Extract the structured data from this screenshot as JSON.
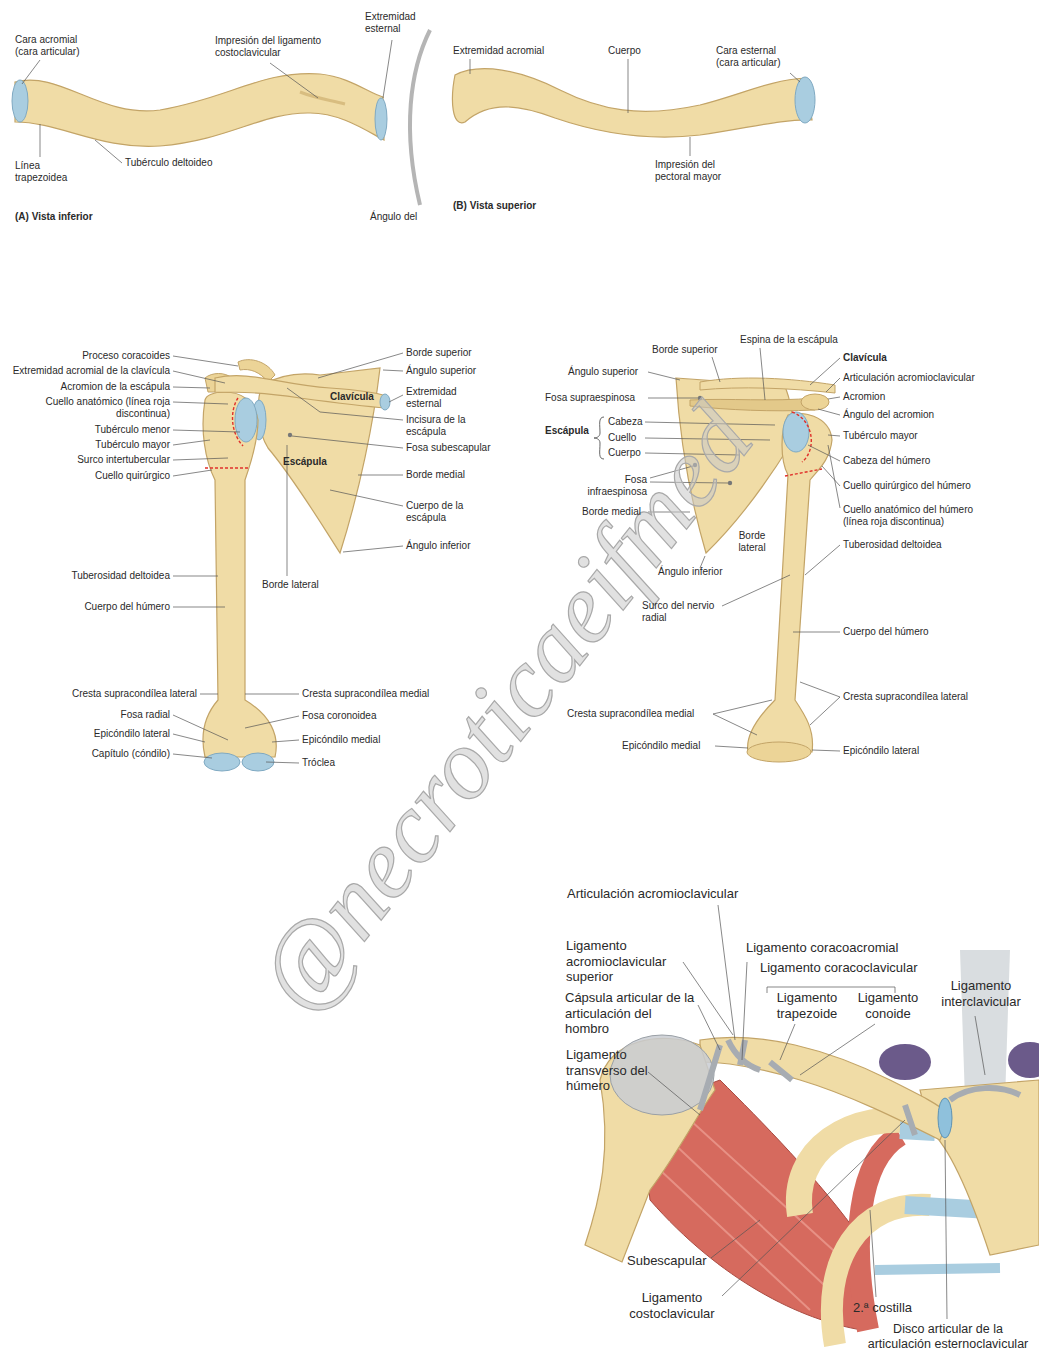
{
  "diagram": {
    "labels": [
      "Extremidad esternal",
      "Cara acromial (cara articular)",
      "Impresión del ligamento costoclavicular",
      "Línea trapezoidea",
      "Tubérculo deltoideo",
      "(A) Vista inferior",
      "Ángulo del",
      "Extremidad acromial",
      "Cuerpo",
      "Cara esternal (cara articular)",
      "Impresión del pectoral mayor",
      "(B) Vista superior",
      "Proceso coracoides",
      "Extremidad acromial de la clavícula",
      "Acromion de la escápula",
      "Cuello anatómico (línea roja discontinua)",
      "Tubérculo menor",
      "Tubérculo mayor",
      "Surco intertubercular",
      "Cuello quirúrgico",
      "Tuberosidad deltoidea",
      "Cuerpo del húmero",
      "Cresta supracondílea lateral",
      "Fosa radial",
      "Epicóndilo lateral",
      "Capítulo (cóndilo)",
      "Borde superior",
      "Ángulo superior",
      "Extremidad esternal",
      "Incisura de la escápula",
      "Fosa subescapular",
      "Borde medial",
      "Cuerpo de la escápula",
      "Ángulo inferior",
      "Clavícula",
      "Escápula",
      "Borde lateral",
      "Cresta supracondílea medial",
      "Fosa coronoidea",
      "Epicóndilo medial",
      "Tróclea",
      "Espina de la escápula",
      "Borde superior",
      "Clavícula",
      "Ángulo superior",
      "Articulación acromioclavicular",
      "Acromion",
      "Fosa supraespinosa",
      "Ángulo del acromion",
      "Escápula",
      "Cabeza",
      "Cuello",
      "Cuerpo",
      "Tubérculo mayor",
      "Cabeza del húmero",
      "Fosa infraespinosa",
      "Cuello quirúrgico del húmero",
      "Borde medial",
      "Cuello anatómico del húmero (línea roja discontinua)",
      "Borde lateral",
      "Tuberosidad deltoidea",
      "Ángulo inferior",
      "Surco del nervio radial",
      "Cuerpo del húmero",
      "Cresta supracondílea lateral",
      "Cresta supracondílea medial",
      "Epicóndilo medial",
      "Epicóndilo lateral",
      "Articulación acromioclavicular",
      "Ligamento acromioclavicular superior",
      "Ligamento coracoacromial",
      "Ligamento coracoclavicular",
      "Ligamento trapezoide",
      "Ligamento conoide",
      "Ligamento interclavicular",
      "Cápsula articular de la articulación del hombro",
      "Ligamento transverso del húmero",
      "Subescapular",
      "Ligamento costoclavicular",
      "2.ª costilla",
      "Disco articular de la articulación esternoclavicular",
      "@necroticaeifmed"
    ]
  }
}
